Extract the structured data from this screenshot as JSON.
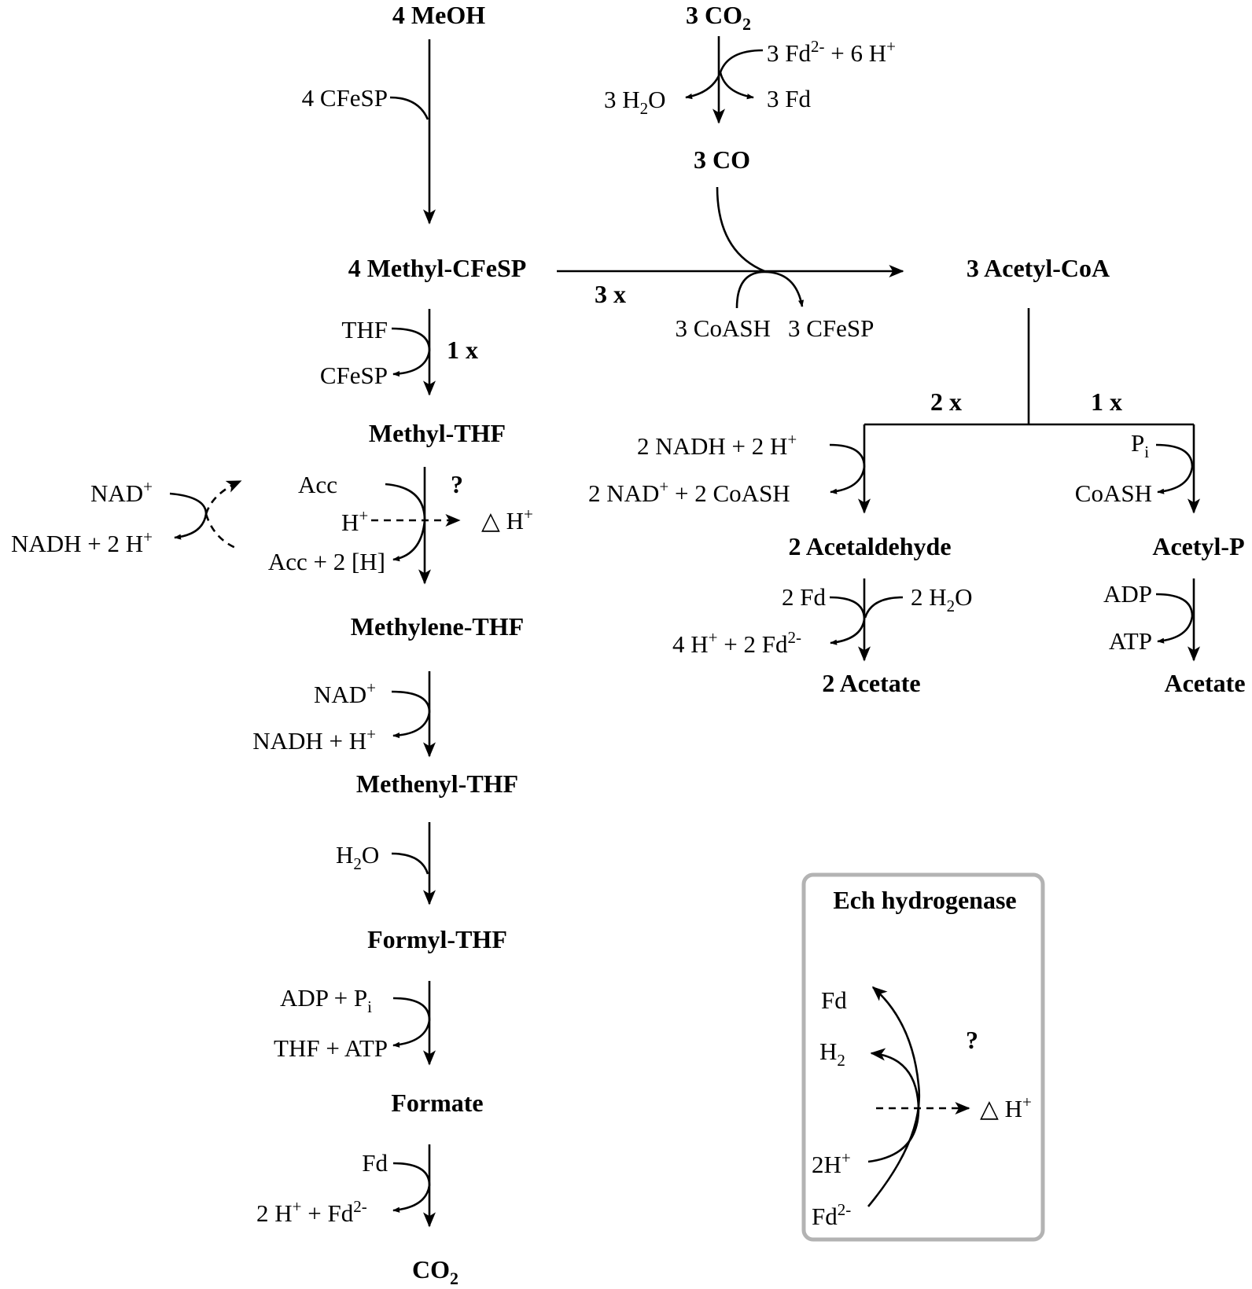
{
  "compounds": {
    "meoh": "4 MeOH",
    "co2_top": "3 CO",
    "co2_top_sub": "2",
    "co": "3 CO",
    "methyl_cfesp": "4 Methyl-CFeSP",
    "acetyl_coa": "3 Acetyl-CoA",
    "methyl_thf": "Methyl-THF",
    "methylene_thf": "Methylene-THF",
    "methenyl_thf": "Methenyl-THF",
    "formyl_thf": "Formyl-THF",
    "formate": "Formate",
    "co2_bottom": "CO",
    "co2_bottom_sub": "2",
    "acetaldehyde": "2 Acetaldehyde",
    "acetyl_p": "Acetyl-P",
    "acetate_2": "2 Acetate",
    "acetate_1": "Acetate"
  },
  "multipliers": {
    "main": "3 x",
    "thf": "1 x",
    "left_branch": "2 x",
    "right_branch": "1 x"
  },
  "cofactors": {
    "cfesp4": "4 CFeSP",
    "fd_6h_a": "3 Fd",
    "fd_6h_sup": "2-",
    "fd_6h_b": " + 6 H",
    "fd_6h_sup2": "+",
    "h2o3_a": "3 H",
    "h2o3_sub": "2",
    "h2o3_b": "O",
    "fd3": "3 Fd",
    "coash3": "3 CoASH",
    "cfesp3": "3 CFeSP",
    "thf": "THF",
    "cfesp": "CFeSP",
    "nad_plus": "NAD",
    "nadh_2h": "NADH + 2 H",
    "acc": "Acc",
    "h_plus": "H",
    "delta_h": "△ H",
    "acc_2h": "Acc + 2 [H]",
    "question": "?",
    "nad_plus_2": "NAD",
    "nadh_h": "NADH + H",
    "h2o_a": "H",
    "h2o_sub": "2",
    "h2o_b": "O",
    "adp_pi": "ADP + P",
    "pi_sub": "i",
    "thf_atp": "THF + ATP",
    "fd": "Fd",
    "h_fd_a": "2 H",
    "h_fd_b": " + Fd",
    "h_fd_sup": "2-",
    "nadh2_2h": "2 NADH + 2 H",
    "nad2_coash": "2 NAD",
    "nad2_coash_b": " + 2 CoASH",
    "pi": "P",
    "coash": "CoASH",
    "fd2": "2 Fd",
    "h2o2_a": "2 H",
    "h2o2_sub": "2",
    "h2o2_b": "O",
    "h4_fd2_a": "4 H",
    "h4_fd2_b": " + 2 Fd",
    "h4_fd2_sup": "2-",
    "adp": "ADP",
    "atp": "ATP",
    "plus": "+"
  },
  "ech": {
    "title": "Ech hydrogenase",
    "fd": "Fd",
    "h2": "H",
    "h2_sub": "2",
    "question": "?",
    "delta_h": "△ H",
    "plus": "+",
    "twoh": "2H",
    "fd2": "Fd",
    "fd2_sup": "2-",
    "border_color": "#b3b3b3"
  }
}
